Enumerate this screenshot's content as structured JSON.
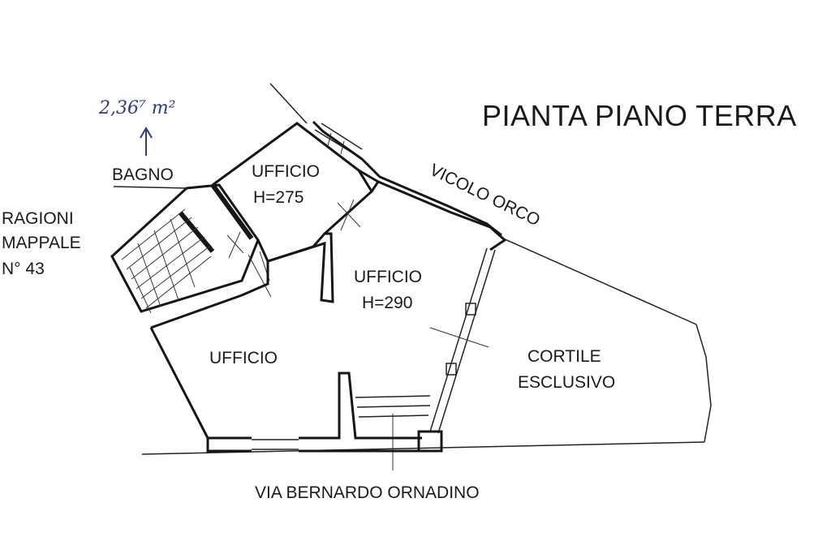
{
  "title": "PIANTA PIANO TERRA",
  "handwritten_note": "2,36⁷ m²",
  "rooms": {
    "bagno": "BAGNO",
    "ufficio_small": "UFFICIO",
    "ufficio_small_height": "H=275",
    "ufficio_center": "UFFICIO",
    "ufficio_center_height": "H=290",
    "ufficio_bottom": "UFFICIO",
    "cortile_line1": "CORTILE",
    "cortile_line2": "ESCLUSIVO"
  },
  "neighbor": {
    "line1": "RAGIONI",
    "line2": "MAPPALE",
    "line3": "N° 43"
  },
  "streets": {
    "vicolo": "VICOLO ORCO",
    "via": "VIA BERNARDO ORNADINO"
  },
  "colors": {
    "ink": "#161616",
    "handwriting": "#2b3a8a",
    "paper": "#ffffff"
  }
}
